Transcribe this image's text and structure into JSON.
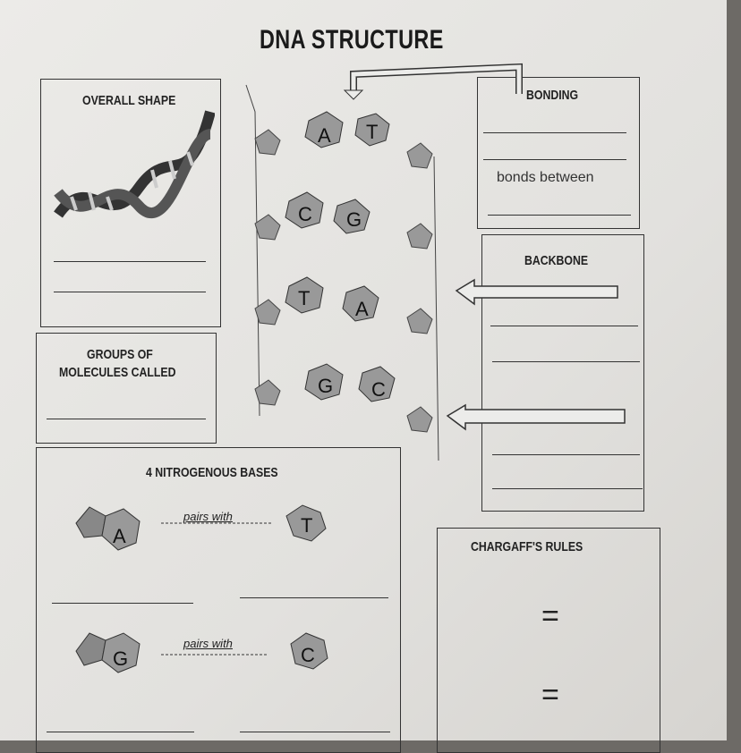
{
  "title": "DNA STRUCTURE",
  "overall_shape": {
    "heading": "OVERALL SHAPE"
  },
  "groups": {
    "heading_line1": "GROUPS OF",
    "heading_line2": "MOLECULES CALLED"
  },
  "bases": {
    "heading": "4 NITROGENOUS BASES",
    "pair1": {
      "left": "A",
      "right": "T",
      "label": "pairs with"
    },
    "pair2": {
      "left": "G",
      "right": "C",
      "label": "pairs with"
    }
  },
  "bonding": {
    "heading": "BONDING",
    "text": "bonds between"
  },
  "backbone": {
    "heading": "BACKBONE"
  },
  "chargaff": {
    "heading": "CHARGAFF'S RULES",
    "eq1": "=",
    "eq2": "="
  },
  "diagram": {
    "base_pairs": [
      [
        "A",
        "T"
      ],
      [
        "C",
        "G"
      ],
      [
        "T",
        "A"
      ],
      [
        "G",
        "C"
      ]
    ]
  }
}
